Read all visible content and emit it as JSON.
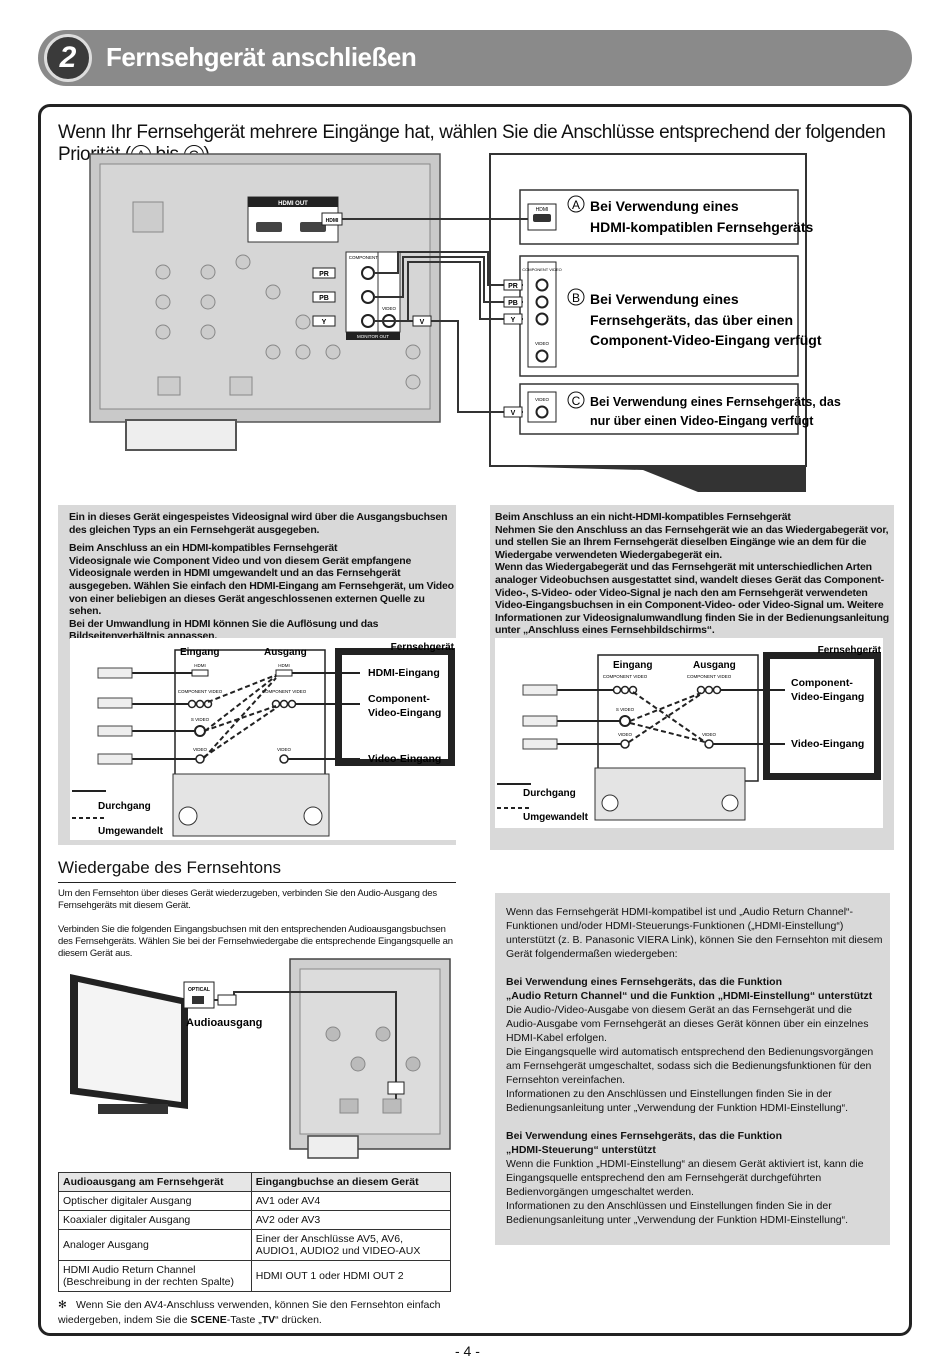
{
  "header": {
    "number": "2",
    "title": "Fernsehgerät anschließen"
  },
  "intro": {
    "pre": "Wenn Ihr Fernsehgerät mehrere Eingänge hat, wählen Sie die Anschlüsse entsprechend der folgenden Priorität (",
    "a": "A",
    "mid": " bis ",
    "c": "C",
    "post": ")."
  },
  "diagram": {
    "hdmi_out": "HDMI OUT",
    "hdmi": "HDMI",
    "component_video": "COMPONENT VIDEO",
    "video": "VIDEO",
    "monitor_out": "MONITOR OUT",
    "pb": "PB",
    "pr": "PR",
    "y": "Y",
    "v": "V",
    "optA_letter": "A",
    "optA_line1": "Bei Verwendung eines",
    "optA_line2": "HDMI-kompatiblen Fernsehgeräts",
    "optB_letter": "B",
    "optB_line1": "Bei Verwendung eines",
    "optB_line2": "Fernsehgeräts, das über einen",
    "optB_line3": "Component-Video-Eingang verfügt",
    "optC_letter": "C",
    "optC_line1": "Bei Verwendung eines Fernsehgeräts, das",
    "optC_line2": "nur über einen Video-Eingang verfügt"
  },
  "box1": {
    "p1": "Ein in dieses Gerät eingespeistes Videosignal wird über die Ausgangsbuchsen des gleichen Typs an ein Fernsehgerät ausgegeben.",
    "h": "Beim Anschluss an ein HDMI-kompatibles Fernsehgerät",
    "p2": "Videosignale wie Component Video und von diesem Gerät empfangene Videosignale werden in HDMI umgewandelt und an das Fernsehgerät ausgegeben. Wählen Sie einfach den HDMI-Eingang am Fernsehgerät, um Video von einer beliebigen an dieses Gerät angeschlossenen externen Quelle zu sehen.",
    "p3": "Bei der Umwandlung in HDMI können Sie die Auflösung und das Bildseitenverhältnis anpassen.",
    "eingang": "Eingang",
    "ausgang": "Ausgang",
    "fernseh": "Fernsehgerät",
    "hdmi_eingang": "HDMI-Eingang",
    "comp1": "Component-",
    "comp2": "Video-Eingang",
    "video_eingang": "Video-Eingang",
    "durchgang": "Durchgang",
    "umgewandelt": "Umgewandelt",
    "hdmi_small": "HDMI",
    "comp_small": "COMPONENT VIDEO",
    "svideo_small": "S VIDEO",
    "video_small": "VIDEO"
  },
  "box2": {
    "h": "Beim Anschluss an ein nicht-HDMI-kompatibles Fernsehgerät",
    "p1": "Nehmen Sie den Anschluss an das Fernsehgerät wie an das Wiedergabegerät vor, und stellen Sie an Ihrem Fernsehgerät dieselben Eingänge wie an dem für die Wiedergabe verwendeten Wiedergabegerät ein.",
    "p2": "Wenn das Wiedergabegerät und das Fernsehgerät mit unterschiedlichen Arten analoger Videobuchsen ausgestattet sind, wandelt dieses Gerät das Component-Video-, S-Video- oder Video-Signal je nach den am Fernsehgerät verwendeten Video-Eingangsbuchsen in ein Component-Video- oder Video-Signal um. Weitere Informationen zur Videosignalumwandlung finden Sie in der Bedienungsanleitung unter „Anschluss eines Fernsehbildschirms“.",
    "eingang": "Eingang",
    "ausgang": "Ausgang",
    "fernseh": "Fernsehgerät",
    "comp1": "Component-",
    "comp2": "Video-Eingang",
    "video_eingang": "Video-Eingang",
    "durchgang": "Durchgang",
    "umgewandelt": "Umgewandelt",
    "comp_small": "COMPONENT VIDEO",
    "svideo_small": "S VIDEO",
    "video_small": "VIDEO"
  },
  "section": {
    "title": "Wiedergabe des Fernsehtons",
    "p1": "Um den Fernsehton über dieses Gerät wiederzugeben, verbinden Sie den Audio-Ausgang des Fernsehgeräts mit diesem Gerät.",
    "p2": "Verbinden Sie die folgenden Eingangsbuchsen mit den entsprechenden Audioausgangsbuchsen des Fernsehgeräts. Wählen Sie bei der Fernsehwiedergabe die entsprechende Eingangsquelle an diesem Gerät aus.",
    "optical": "OPTICAL",
    "audioausgang": "Audioausgang"
  },
  "table": {
    "headers": [
      "Audioausgang am Fernsehgerät",
      "Eingangbuchse an diesem Gerät"
    ],
    "rows": [
      [
        "Optischer digitaler Ausgang",
        "AV1 oder AV4"
      ],
      [
        "Koaxialer digitaler Ausgang",
        "AV2 oder AV3"
      ],
      [
        "Analoger Ausgang",
        "Einer der Anschlüsse AV5, AV6, AUDIO1, AUDIO2 und VIDEO-AUX"
      ],
      [
        "HDMI Audio Return Channel (Beschreibung in der rechten Spalte)",
        "HDMI OUT 1 oder HDMI OUT 2"
      ]
    ]
  },
  "footnote": {
    "mark": "✻",
    "pre": "Wenn Sie den AV4-Anschluss verwenden, können Sie den Fernsehton einfach wiedergeben, indem Sie die ",
    "scene": "SCENE",
    "mid": "-Taste „",
    "tv": "TV",
    "post": "“ drücken."
  },
  "box3": {
    "p1": "Wenn das Fernsehgerät HDMI-kompatibel ist und „Audio Return Channel“-Funktionen und/oder HDMI-Steuerungs-Funktionen („HDMI-Einstellung“) unterstützt (z. B. Panasonic VIERA Link), können Sie den Fernsehton mit diesem Gerät folgendermaßen wiedergeben:",
    "h1a": "Bei Verwendung eines Fernsehgeräts, das die Funktion",
    "h1b": "„Audio Return Channel“ und die Funktion „HDMI-Einstellung“ unterstützt",
    "p2": "Die Audio-/Video-Ausgabe von diesem Gerät an das Fernsehgerät und die Audio-Ausgabe vom Fernsehgerät an dieses Gerät können über ein einzelnes HDMI-Kabel erfolgen.",
    "p3": "Die Eingangsquelle wird automatisch entsprechend den Bedienungsvorgängen am Fernsehgerät umgeschaltet, sodass sich die Bedienungsfunktionen für den Fernsehton vereinfachen.",
    "p4": "Informationen zu den Anschlüssen und Einstellungen finden Sie in der Bedienungsanleitung unter „Verwendung der Funktion HDMI-Einstellung“.",
    "h2a": "Bei Verwendung eines Fernsehgeräts, das die Funktion",
    "h2b": "„HDMI-Steuerung“ unterstützt",
    "p5": "Wenn die Funktion „HDMI-Einstellung“ an diesem Gerät aktiviert ist, kann die Eingangsquelle entsprechend den am Fernsehgerät durchgeführten Bedienvorgängen umgeschaltet werden.",
    "p6": "Informationen zu den Anschlüssen und Einstellungen finden Sie in der Bedienungsanleitung unter „Verwendung der Funktion HDMI-Einstellung“."
  },
  "page_number": "- 4 -"
}
